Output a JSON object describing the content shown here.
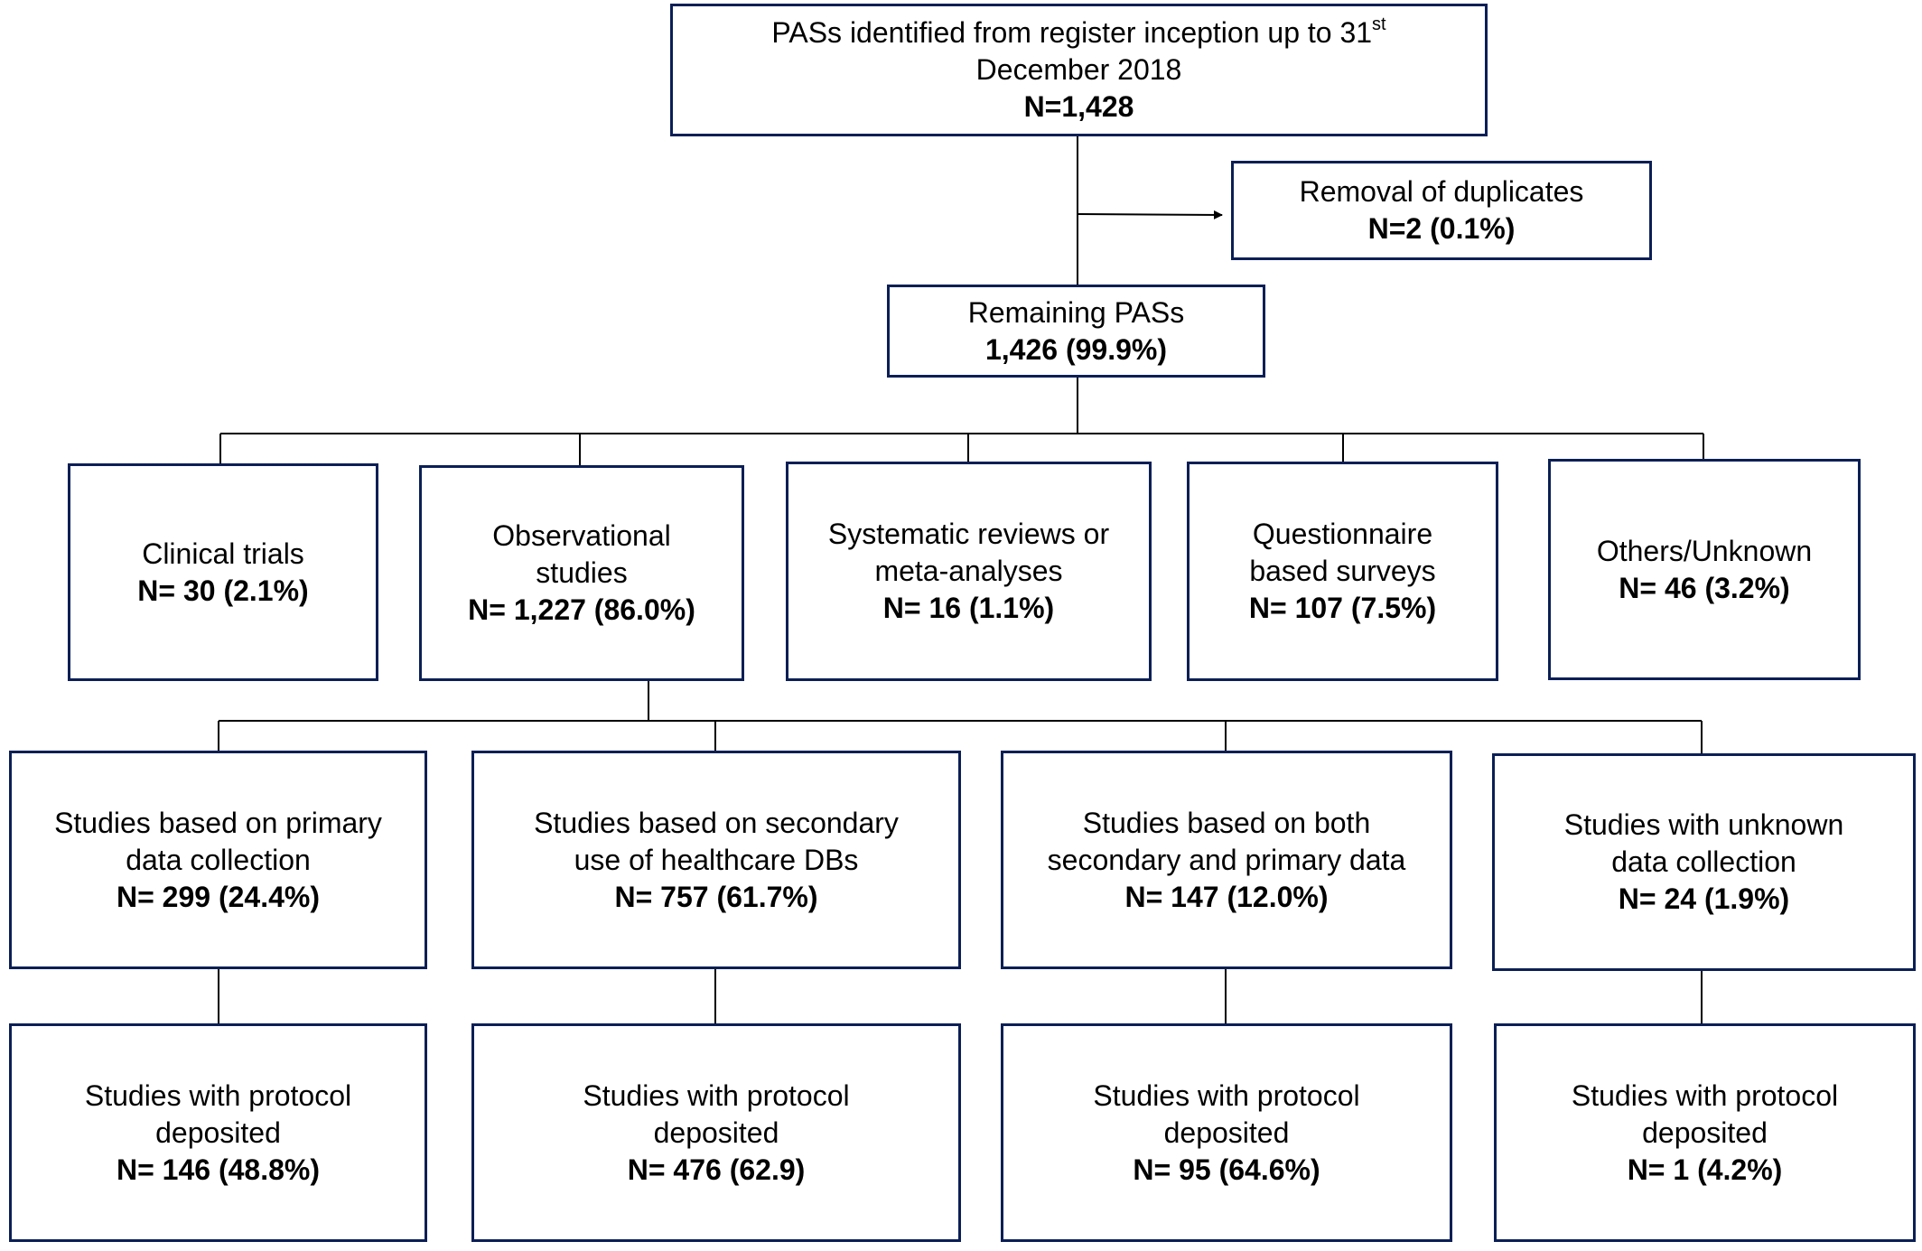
{
  "top": {
    "line1": "PASs identified from register inception up to 31",
    "line1_sup": "st",
    "line2": "December 2018",
    "count": "N=1,428"
  },
  "duplicates": {
    "label": "Removal of duplicates",
    "count": "N=2 (0.1%)"
  },
  "remaining": {
    "label": "Remaining PASs",
    "count": "1,426 (99.9%)"
  },
  "study_types": [
    {
      "lines": [
        "Clinical trials"
      ],
      "count": "N= 30 (2.1%)"
    },
    {
      "lines": [
        "Observational",
        "studies"
      ],
      "count": "N= 1,227 (86.0%)"
    },
    {
      "lines": [
        "Systematic reviews or",
        "meta-analyses"
      ],
      "count": "N= 16 (1.1%)"
    },
    {
      "lines": [
        "Questionnaire",
        "based surveys"
      ],
      "count": "N= 107 (7.5%)"
    },
    {
      "lines": [
        "Others/Unknown"
      ],
      "count": "N= 46 (3.2%)"
    }
  ],
  "data_sources": [
    {
      "lines": [
        "Studies based on primary",
        "data collection"
      ],
      "count": "N= 299 (24.4%)"
    },
    {
      "lines": [
        "Studies based on secondary",
        "use of healthcare DBs"
      ],
      "count": "N= 757 (61.7%)"
    },
    {
      "lines": [
        "Studies based on both",
        "secondary and primary data"
      ],
      "count": "N= 147 (12.0%)"
    },
    {
      "lines": [
        "Studies with unknown",
        "data collection"
      ],
      "count": "N= 24 (1.9%)"
    }
  ],
  "protocols": [
    {
      "lines": [
        "Studies with protocol",
        "deposited"
      ],
      "count": "N= 146 (48.8%)"
    },
    {
      "lines": [
        "Studies with protocol",
        "deposited"
      ],
      "count": "N= 476 (62.9)"
    },
    {
      "lines": [
        "Studies with protocol",
        "deposited"
      ],
      "count": "N= 95 (64.6%)"
    },
    {
      "lines": [
        "Studies with protocol",
        "deposited"
      ],
      "count": "N= 1 (4.2%)"
    }
  ]
}
